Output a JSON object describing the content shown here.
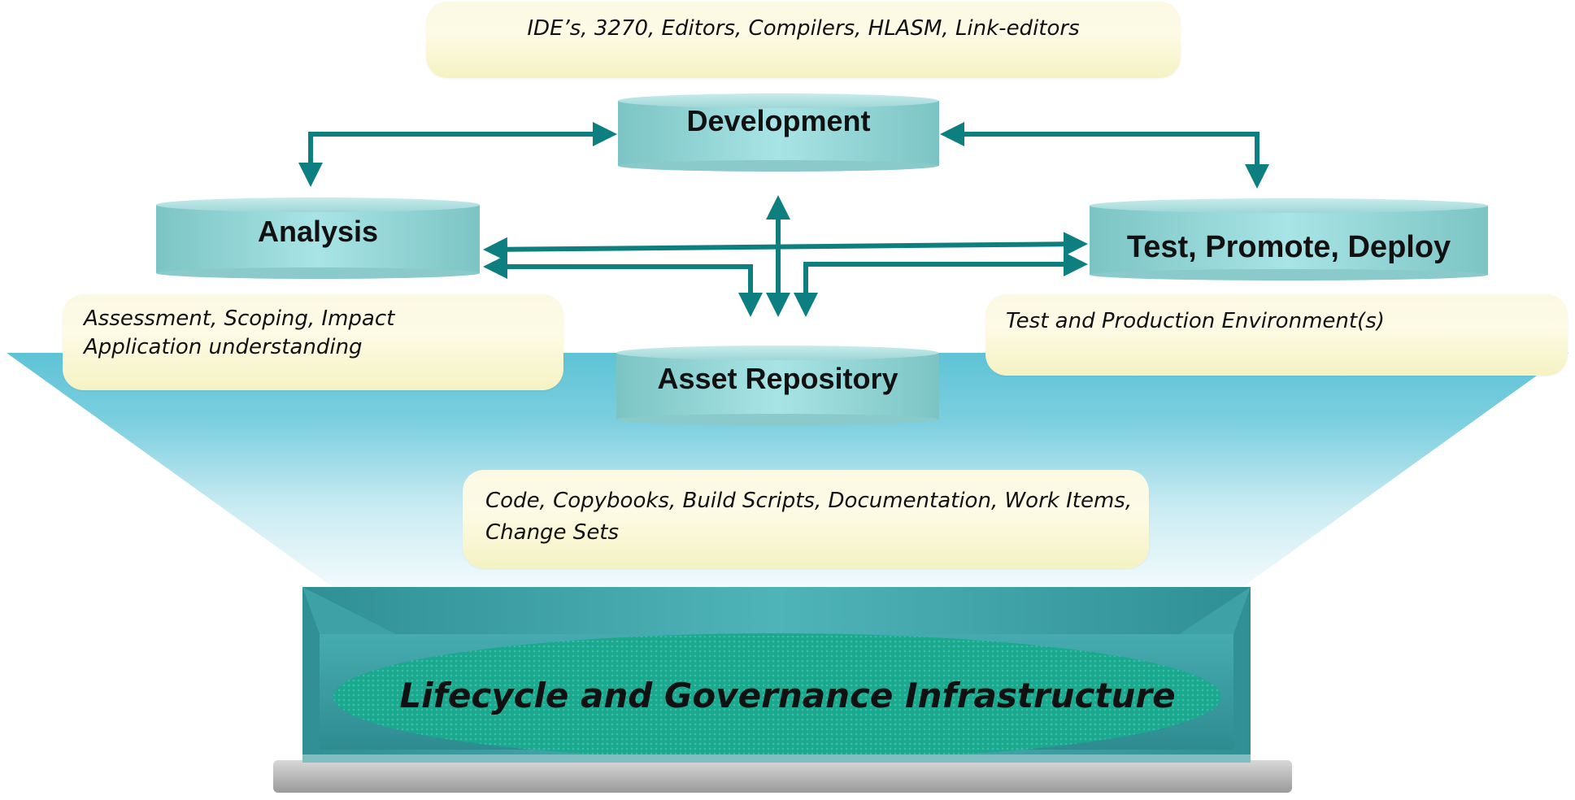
{
  "diagram": {
    "nodes": {
      "development": {
        "label": "Development"
      },
      "analysis": {
        "label": "Analysis"
      },
      "test_promote_deploy": {
        "label": "Test, Promote, Deploy"
      },
      "asset_repository": {
        "label": "Asset Repository"
      }
    },
    "notes": {
      "development_tools": "IDE’s, 3270,  Editors, Compilers, HLASM, Link-editors",
      "analysis_line1": "Assessment, Scoping, Impact",
      "analysis_line2": "Application understanding",
      "environments": "Test and Production Environment(s)",
      "repository_line1": "Code, Copybooks, Build Scripts, Documentation, Work Items,",
      "repository_line2": "Change Sets"
    },
    "platform": {
      "label": "Lifecycle and Governance Infrastructure"
    },
    "connections": [
      {
        "from": "development",
        "to": "analysis",
        "direction": "both"
      },
      {
        "from": "development",
        "to": "test_promote_deploy",
        "direction": "both"
      },
      {
        "from": "analysis",
        "to": "test_promote_deploy",
        "direction": "both"
      },
      {
        "from": "analysis",
        "to": "asset_repository",
        "direction": "both"
      },
      {
        "from": "test_promote_deploy",
        "to": "asset_repository",
        "direction": "both"
      },
      {
        "from": "development",
        "to": "asset_repository",
        "direction": "both"
      }
    ],
    "colors": {
      "arrow": "#0e7f80",
      "disk_top": "#b6e3e3",
      "disk_body": "#8fcfd0",
      "note_fill": "#fbf8e0",
      "funnel_top": "#5ec3d6",
      "platform": "#3aa3a8",
      "platform_oval": "#18a98f",
      "base": "#b8b8b8"
    }
  }
}
